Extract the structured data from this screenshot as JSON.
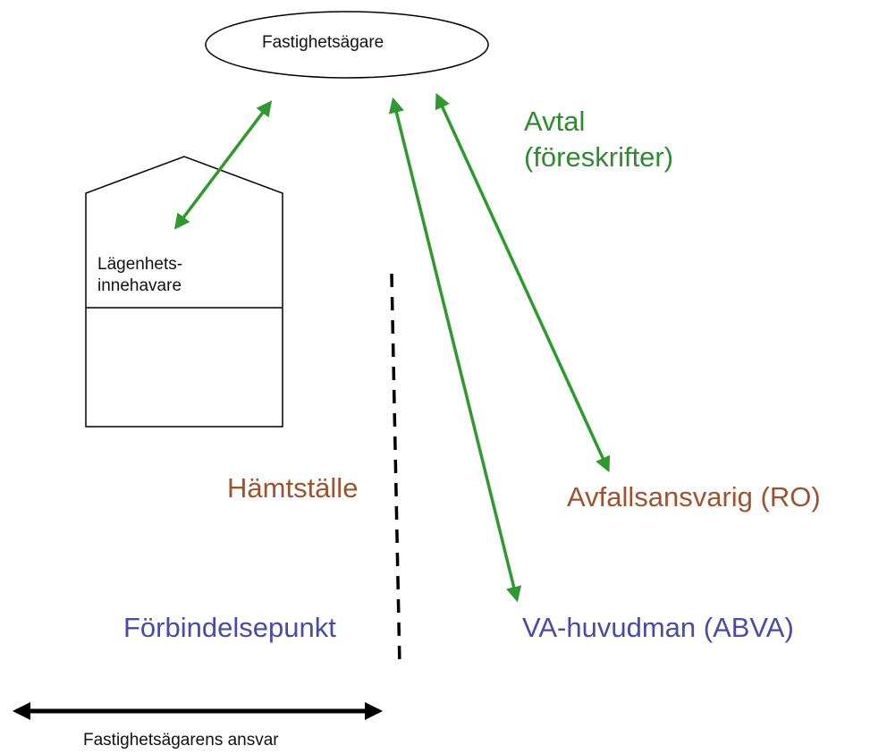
{
  "owner": "Fastighetsägare",
  "tenant": {
    "line1": "Lägenhets-",
    "line2": "innehavare"
  },
  "agreement": {
    "line1": "Avtal",
    "line2": "(föreskrifter)"
  },
  "collection_point": "Hämtställe",
  "waste_authority": "Avfallsansvarig (RO)",
  "connection_point": "Förbindelsepunkt",
  "water_authority": "VA-huvudman (ABVA)",
  "responsibility": "Fastighetsägarens ansvar",
  "colors": {
    "arrow": "#2e9a2e",
    "brown": "#a0522d",
    "blue": "#4a4aa8",
    "line": "#000000"
  }
}
